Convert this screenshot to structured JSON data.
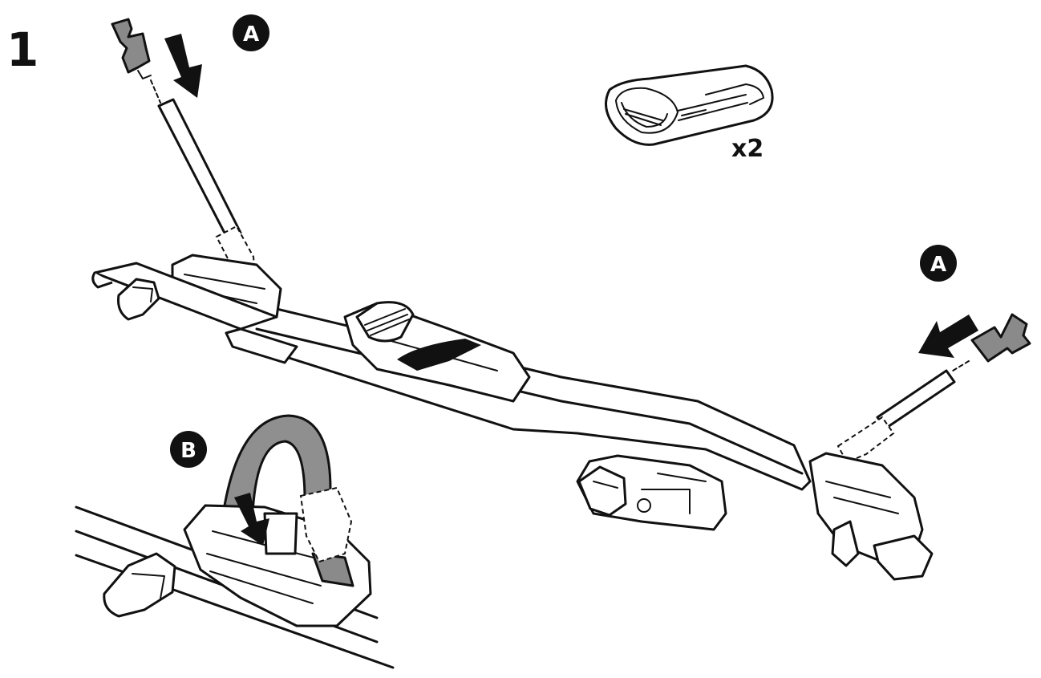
{
  "step": {
    "number": "1"
  },
  "callouts": {
    "a": "A",
    "b": "B"
  },
  "part": {
    "quantity": "x2"
  },
  "colors": {
    "ink": "#111111",
    "paper": "#ffffff",
    "cap_grey": "#8a8a8a",
    "strap_grey": "#8f8f8f"
  },
  "icons": [
    "arrow-down-icon",
    "arrow-left-icon",
    "end-cap-icon",
    "strap-sleeve-icon"
  ]
}
